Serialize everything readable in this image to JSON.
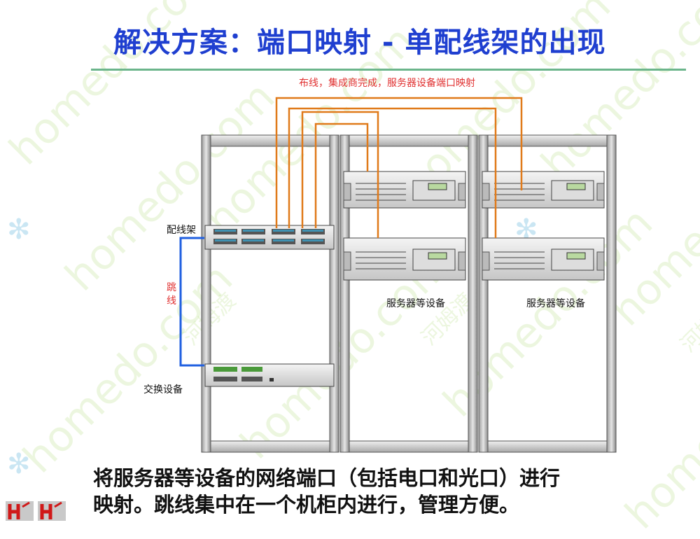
{
  "slide": {
    "title": "解决方案：端口映射 - 单配线架的出现",
    "caption_line1": "将服务器等设备的网络端口（包括电口和光口）进行",
    "caption_line2": "映射。跳线集中在一个机柜内进行，管理方便。"
  },
  "diagram": {
    "top_note": "布线，集成商完成，服务器设备端口映射",
    "patch_panel_label": "配线架",
    "jumper_label_1": "跳",
    "jumper_label_2": "线",
    "switch_label": "交换设备",
    "server_label_left": "服务器等设备",
    "server_label_right": "服务器等设备"
  },
  "watermark": {
    "text_en": "homedo.com",
    "text_cn": "河姆渡"
  },
  "colors": {
    "title": "#1f3fd0",
    "cable": "#e07a1a",
    "jumper": "#1f5fe0",
    "note_red": "#e03030",
    "rule": "#6bb58b"
  }
}
